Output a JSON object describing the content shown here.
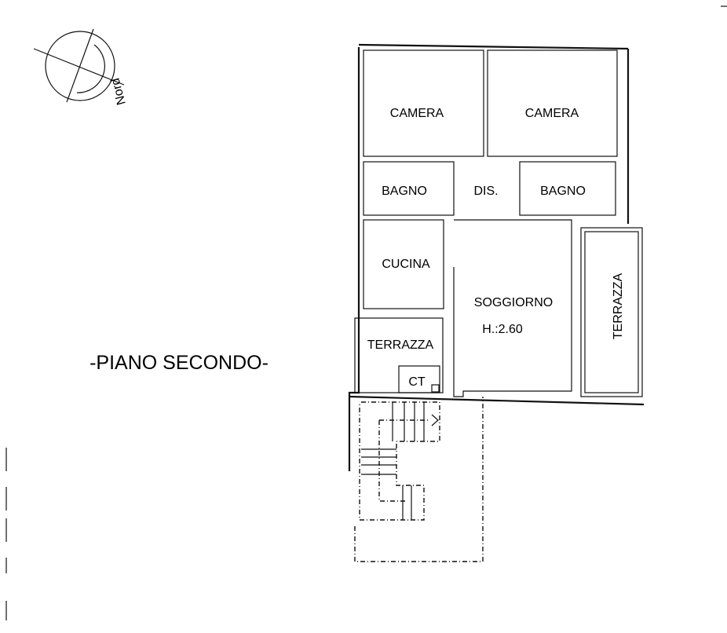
{
  "title": "-PIANO SECONDO-",
  "compass": {
    "label": "Nord",
    "icon": "north-compass-icon"
  },
  "rooms": {
    "camera_left": "CAMERA",
    "camera_right": "CAMERA",
    "bagno_left": "BAGNO",
    "dis": "DIS.",
    "bagno_right": "BAGNO",
    "cucina": "CUCINA",
    "soggiorno": "SOGGIORNO",
    "height": "H.:2.60",
    "terrazza_left": "TERRAZZA",
    "ct": "CT",
    "terrazza_right": "TERRAZZA"
  }
}
